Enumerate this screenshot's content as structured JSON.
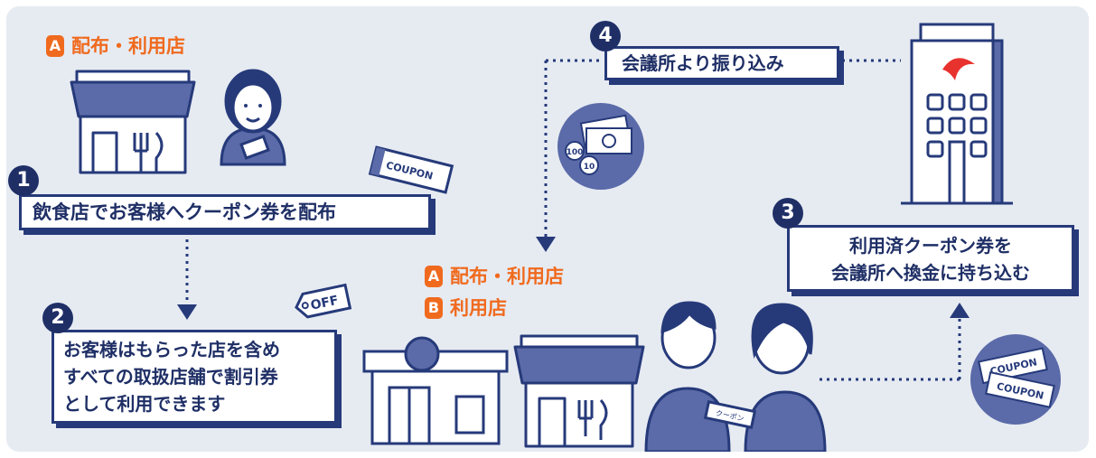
{
  "colors": {
    "navy": "#263a7a",
    "accent": "#f06a1e",
    "background": "#e6ebf2",
    "stripe": "#5b6aa8"
  },
  "step1": {
    "number": "1",
    "text": "飲食店でお客様へクーポン券を配布"
  },
  "step2": {
    "number": "2",
    "lines": [
      "お客様はもらった店を含め",
      "すべての取扱店舗で割引券",
      "として利用できます"
    ]
  },
  "step3": {
    "number": "3",
    "lines": [
      "利用済クーポン券を",
      "会議所へ換金に持ち込む"
    ]
  },
  "step4": {
    "number": "4",
    "text": "会議所より振り込み"
  },
  "store_top": {
    "badge": "A",
    "label": "配布・利用店"
  },
  "store_mid": {
    "a_badge": "A",
    "a_label": "配布・利用店",
    "b_badge": "B",
    "b_label": "利用店"
  },
  "coupon_word": "COUPON",
  "off_word": "OFF",
  "coins": [
    "100",
    "10"
  ],
  "handover_text": "クーポン"
}
